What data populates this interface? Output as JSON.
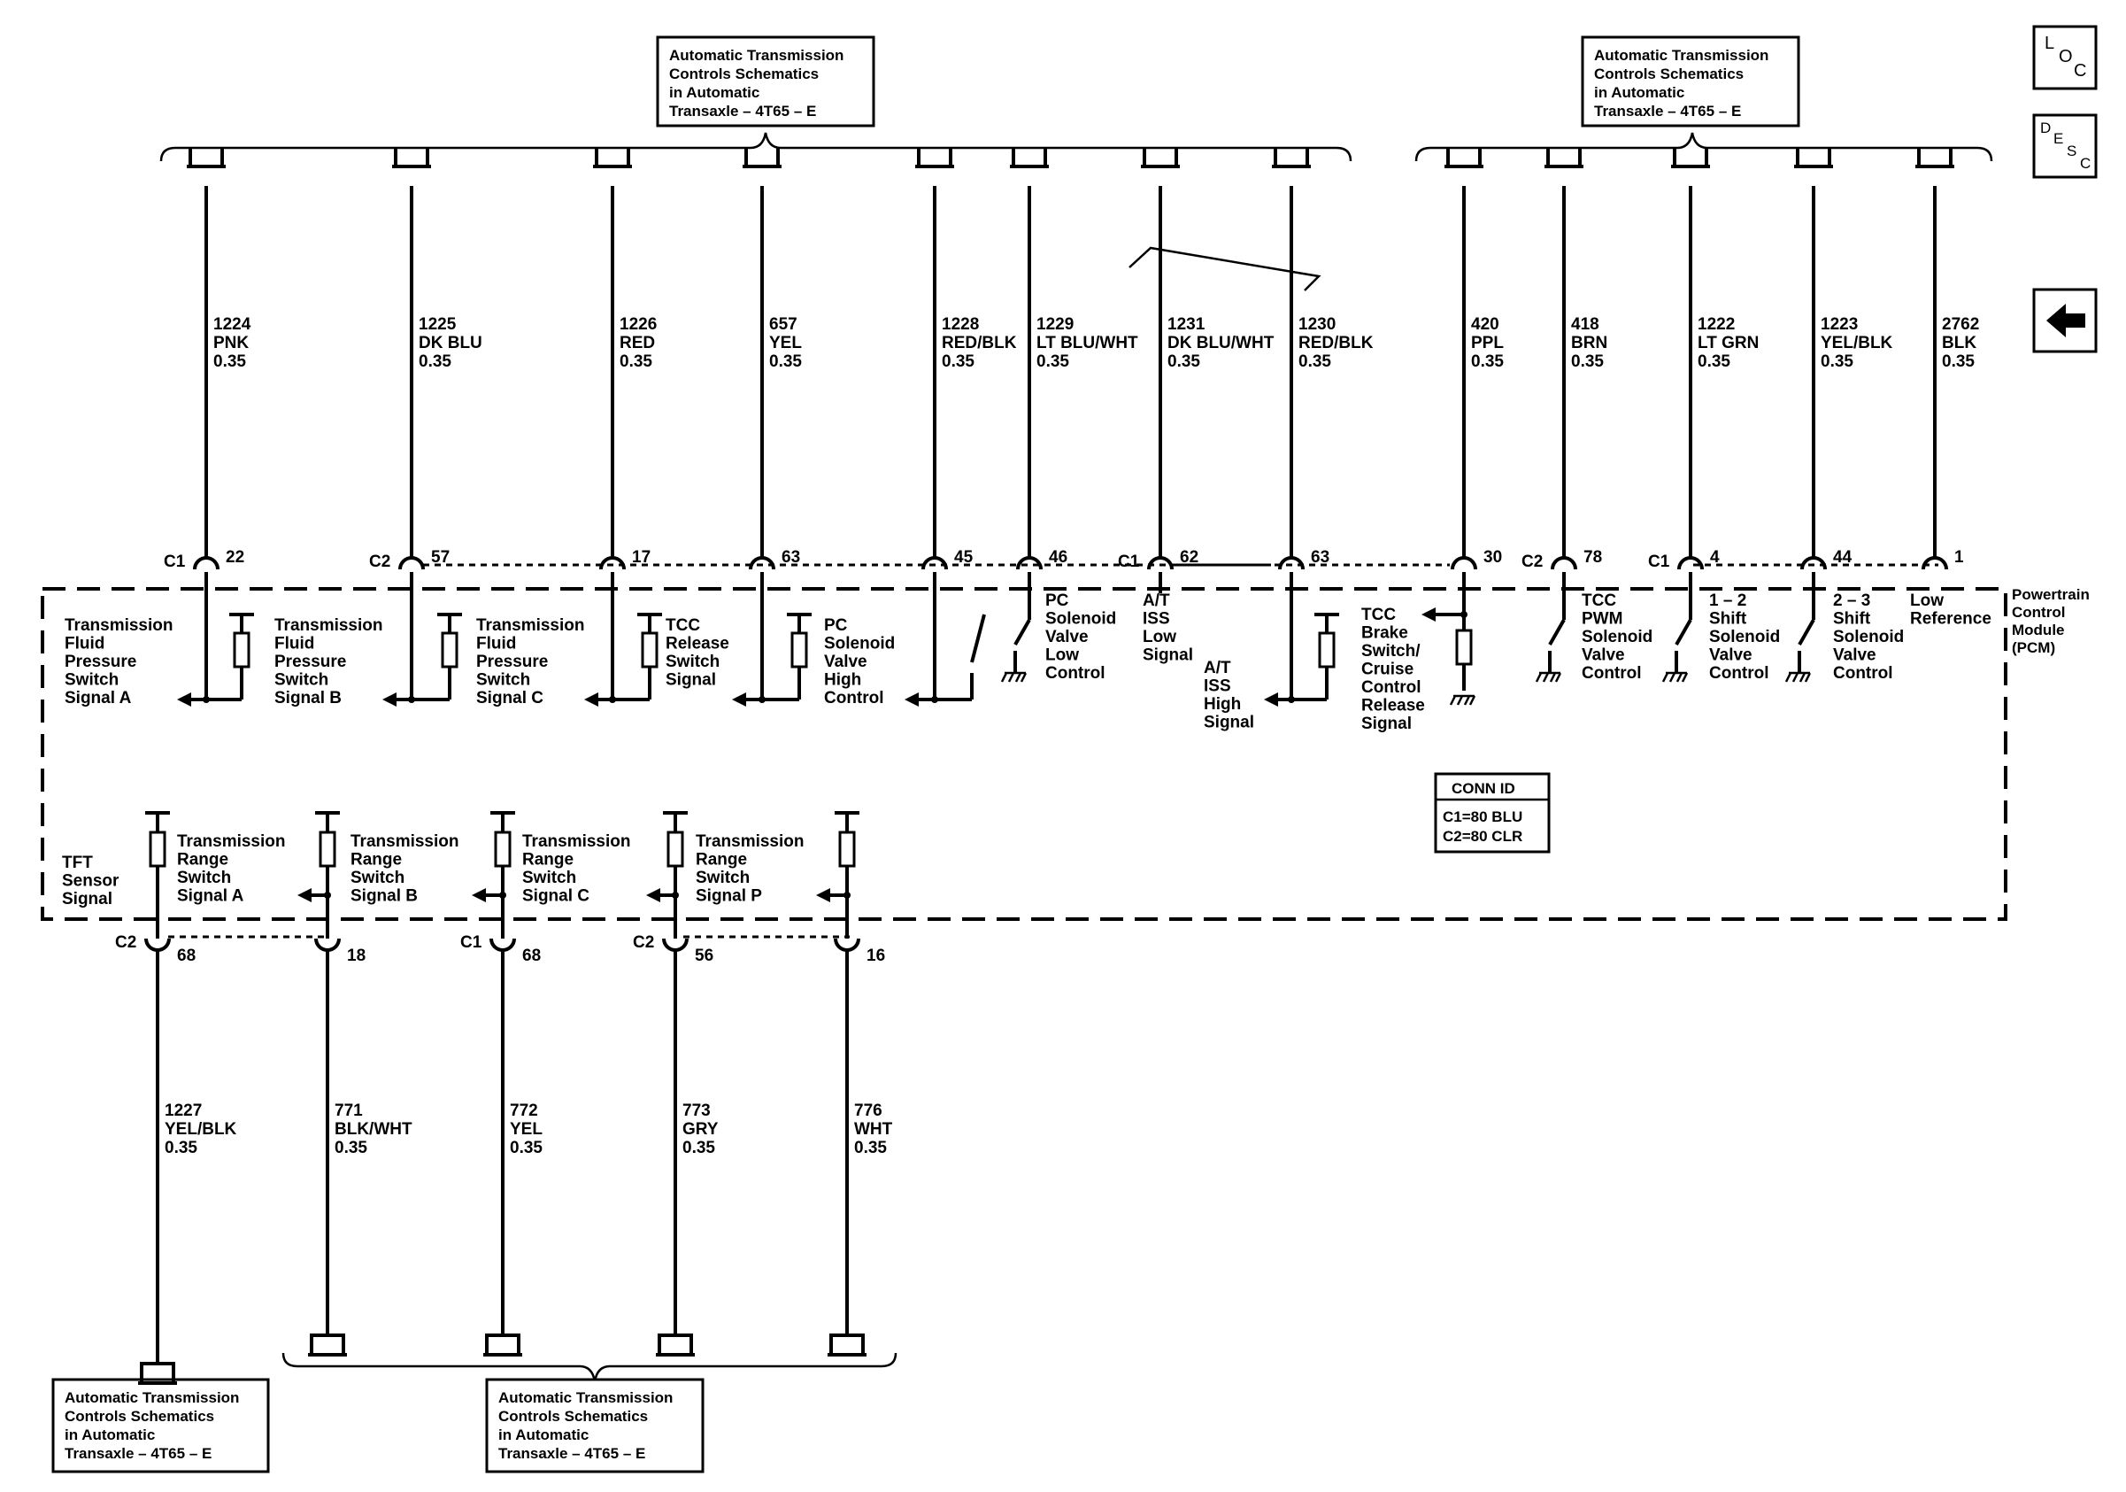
{
  "nav": {
    "loc": [
      "L",
      "O",
      "C"
    ],
    "desc": [
      "D",
      "E",
      "S",
      "C"
    ],
    "back_icon": "left-arrow-icon"
  },
  "ref_box_text": [
    "Automatic Transmission",
    "Controls Schematics",
    "in Automatic",
    "Transaxle – 4T65 – E"
  ],
  "module_label": [
    "Powertrain",
    "Control",
    "Module",
    "(PCM)"
  ],
  "conn_id": {
    "title": "CONN ID",
    "lines": [
      "C1=80 BLU",
      "C2=80 CLR"
    ]
  },
  "top_circuits": [
    {
      "circuit": "1224",
      "color": "PNK",
      "size": "0.35",
      "connector": "C1",
      "pin": "22",
      "label": [
        "Transmission",
        "Fluid",
        "Pressure",
        "Switch",
        "Signal A"
      ]
    },
    {
      "circuit": "1225",
      "color": "DK BLU",
      "size": "0.35",
      "connector": "C2",
      "pin": "57",
      "label": [
        "Transmission",
        "Fluid",
        "Pressure",
        "Switch",
        "Signal B"
      ]
    },
    {
      "circuit": "1226",
      "color": "RED",
      "size": "0.35",
      "connector": "",
      "pin": "17",
      "label": [
        "Transmission",
        "Fluid",
        "Pressure",
        "Switch",
        "Signal C"
      ]
    },
    {
      "circuit": "657",
      "color": "YEL",
      "size": "0.35",
      "connector": "",
      "pin": "63",
      "label": [
        "TCC",
        "Release",
        "Switch",
        "Signal"
      ]
    },
    {
      "circuit": "1228",
      "color": "RED/BLK",
      "size": "0.35",
      "connector": "",
      "pin": "45",
      "label": [
        "PC",
        "Solenoid",
        "Valve",
        "High",
        "Control"
      ]
    },
    {
      "circuit": "1229",
      "color": "LT BLU/WHT",
      "size": "0.35",
      "connector": "",
      "pin": "46",
      "label": [
        "PC",
        "Solenoid",
        "Valve",
        "Low",
        "Control"
      ]
    },
    {
      "circuit": "1231",
      "color": "DK BLU/WHT",
      "size": "0.35",
      "connector": "C1",
      "pin": "62",
      "label": [
        "A/T",
        "ISS",
        "Low",
        "Signal"
      ]
    },
    {
      "circuit": "1230",
      "color": "RED/BLK",
      "size": "0.35",
      "connector": "",
      "pin": "63",
      "label": [
        "A/T",
        "ISS",
        "High",
        "Signal"
      ]
    },
    {
      "circuit": "420",
      "color": "PPL",
      "size": "0.35",
      "connector": "",
      "pin": "30",
      "label": [
        "TCC",
        "Brake",
        "Switch/",
        "Cruise",
        "Control",
        "Release",
        "Signal"
      ]
    },
    {
      "circuit": "418",
      "color": "BRN",
      "size": "0.35",
      "connector": "C2",
      "pin": "78",
      "label": [
        "TCC",
        "PWM",
        "Solenoid",
        "Valve",
        "Control"
      ]
    },
    {
      "circuit": "1222",
      "color": "LT GRN",
      "size": "0.35",
      "connector": "C1",
      "pin": "4",
      "label": [
        "1 – 2",
        "Shift",
        "Solenoid",
        "Valve",
        "Control"
      ]
    },
    {
      "circuit": "1223",
      "color": "YEL/BLK",
      "size": "0.35",
      "connector": "",
      "pin": "44",
      "label": [
        "2 – 3",
        "Shift",
        "Solenoid",
        "Valve",
        "Control"
      ]
    },
    {
      "circuit": "2762",
      "color": "BLK",
      "size": "0.35",
      "connector": "",
      "pin": "1",
      "label": [
        "Low",
        "Reference"
      ]
    }
  ],
  "bottom_circuits": [
    {
      "circuit": "1227",
      "color": "YEL/BLK",
      "size": "0.35",
      "connector": "C2",
      "pin": "68",
      "label": [
        "TFT",
        "Sensor",
        "Signal"
      ]
    },
    {
      "circuit": "771",
      "color": "BLK/WHT",
      "size": "0.35",
      "connector": "",
      "pin": "18",
      "label": [
        "Transmission",
        "Range",
        "Switch",
        "Signal A"
      ]
    },
    {
      "circuit": "772",
      "color": "YEL",
      "size": "0.35",
      "connector": "C1",
      "pin": "68",
      "label": [
        "Transmission",
        "Range",
        "Switch",
        "Signal B"
      ]
    },
    {
      "circuit": "773",
      "color": "GRY",
      "size": "0.35",
      "connector": "C2",
      "pin": "56",
      "label": [
        "Transmission",
        "Range",
        "Switch",
        "Signal C"
      ]
    },
    {
      "circuit": "776",
      "color": "WHT",
      "size": "0.35",
      "connector": "",
      "pin": "16",
      "label": [
        "Transmission",
        "Range",
        "Switch",
        "Signal P"
      ]
    }
  ]
}
